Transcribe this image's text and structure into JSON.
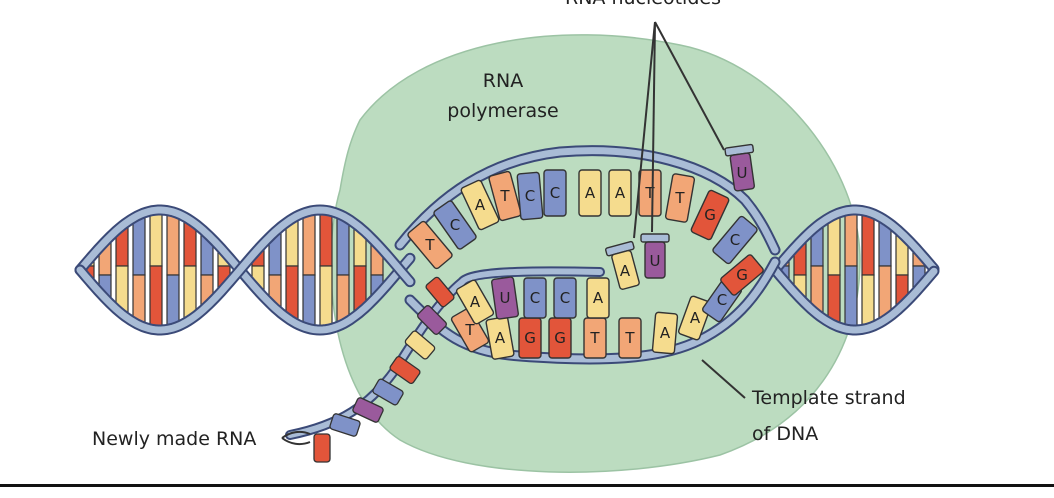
{
  "labels": {
    "rna_nucleotides": "RNA nucleotides",
    "rna_polymerase_line1": "RNA",
    "rna_polymerase_line2": "polymerase",
    "template_line1": "Template strand",
    "template_line2": "of DNA",
    "newly_made_rna": "Newly made RNA"
  },
  "top_strand_bases": [
    "T",
    "C",
    "A",
    "T",
    "C",
    "C",
    "A",
    "A",
    "T",
    "T",
    "G",
    "C"
  ],
  "template_strand_bases": [
    "T",
    "A",
    "G",
    "G",
    "T",
    "T",
    "A",
    "A",
    "C",
    "G"
  ],
  "rna_bases": [
    "A",
    "U",
    "C",
    "C",
    "A"
  ],
  "free_nucleotides": [
    "A",
    "U",
    "U"
  ],
  "colors": {
    "polymerase_fill": "#bcdcc0",
    "backbone_fill": "#a9bcd6",
    "backbone_stroke": "#3b4a78",
    "base_yellow": "#f5dc8e",
    "base_orange": "#f2a676",
    "base_red": "#e2553a",
    "base_blue": "#7f92c8",
    "base_purple": "#9a5a9c",
    "outline": "#333333"
  }
}
